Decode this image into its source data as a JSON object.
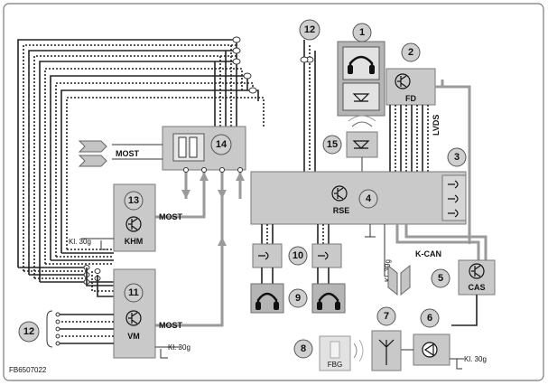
{
  "figure_id": "FB6507022",
  "callouts": [
    "1",
    "2",
    "3",
    "4",
    "5",
    "6",
    "7",
    "8",
    "9",
    "10",
    "11",
    "12",
    "13",
    "14",
    "15"
  ],
  "modules": {
    "fd": "FD",
    "rse": "RSE",
    "khm": "KHM",
    "vm": "VM",
    "cas": "CAS",
    "fbg": "FBG"
  },
  "bus_labels": {
    "most_left": "MOST",
    "most_khm": "MOST",
    "most_vm": "MOST",
    "lvds": "LVDS",
    "kcan": "K-CAN"
  },
  "terminals": {
    "khm": "Kl. 30g",
    "vm": "Kl. 30g",
    "rse": "Kl. 30g",
    "antenna": "Kl. 30g"
  },
  "colors": {
    "module_fill": "#c9c9c9",
    "frame": "#7a7a7a",
    "bus_grey": "#9a9a9a"
  }
}
